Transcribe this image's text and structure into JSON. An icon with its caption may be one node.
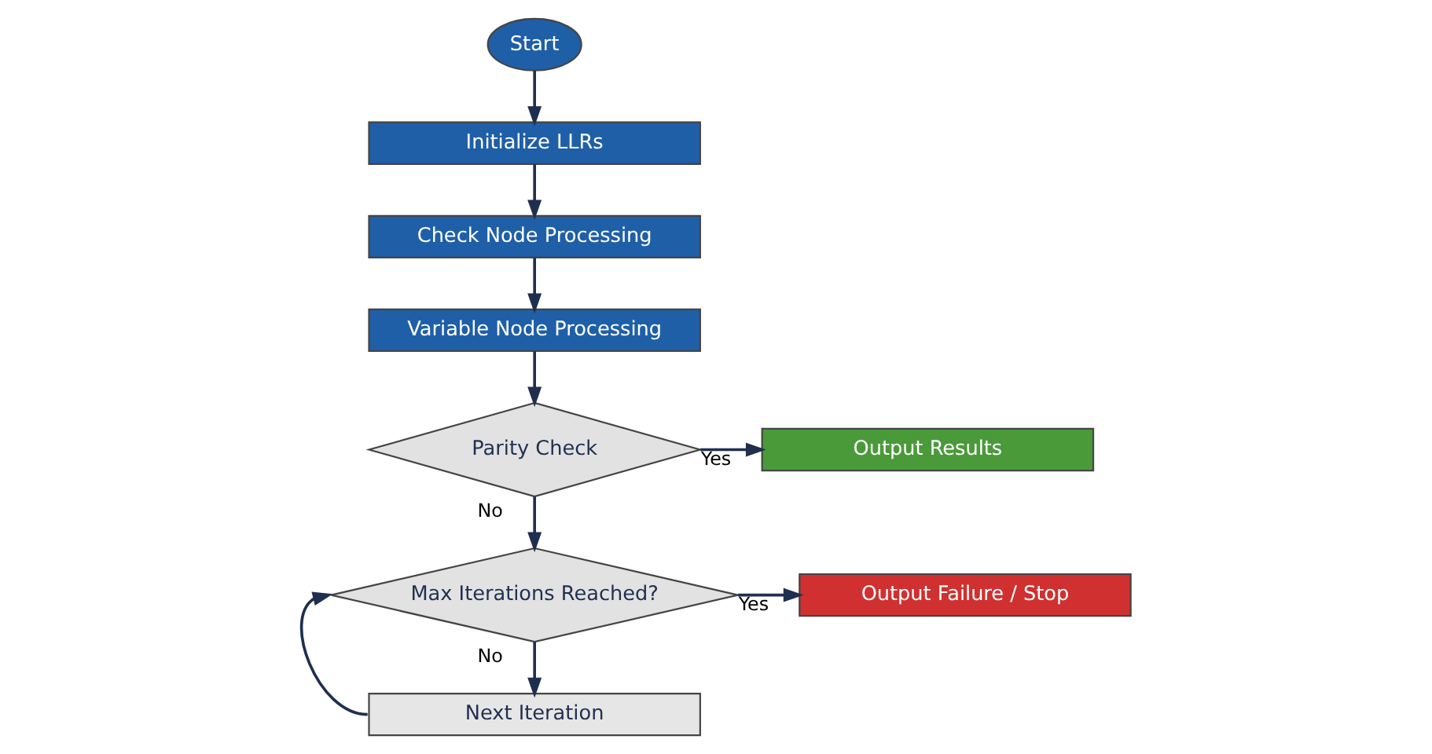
{
  "diagram": {
    "nodes": [
      {
        "text": [
          "Start"
        ]
      },
      {
        "text": [
          "Initialize LLRs"
        ]
      },
      {
        "text": [
          "Check Node Processing"
        ]
      },
      {
        "text": [
          "Variable Node Processing"
        ]
      },
      {
        "text": [
          "Parity Check"
        ]
      },
      {
        "text": [
          "Output Results"
        ]
      },
      {
        "text": [
          "Max Iterations Reached?"
        ]
      },
      {
        "text": [
          "Output Failure / Stop"
        ]
      },
      {
        "text": [
          "Next Iteration"
        ]
      }
    ],
    "edges": [
      {
        "from": 0,
        "to": 1,
        "arrow": "to"
      },
      {
        "from": 1,
        "to": 2,
        "arrow": "to"
      },
      {
        "from": 2,
        "to": 3,
        "arrow": "to"
      },
      {
        "from": 3,
        "to": 4,
        "arrow": "to"
      },
      {
        "from": 4,
        "to": 5,
        "arrow": "to",
        "label": "Yes"
      },
      {
        "from": 4,
        "to": 6,
        "arrow": "to",
        "label": "No"
      },
      {
        "from": 6,
        "to": 7,
        "arrow": "to",
        "label": "Yes"
      },
      {
        "from": 6,
        "to": 8,
        "arrow": "to",
        "label": "No"
      },
      {
        "from": 8,
        "to": 6,
        "arrow": "to"
      }
    ]
  }
}
